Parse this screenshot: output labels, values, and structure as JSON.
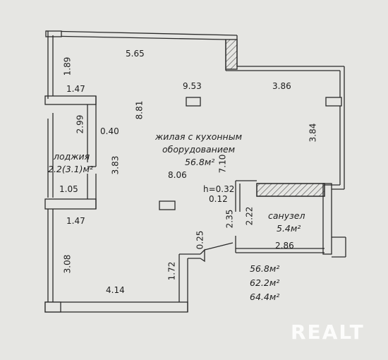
{
  "plan": {
    "dimensions": {
      "top_wall": "5.65",
      "left_upper": "1.89",
      "loggia_top": "1.47",
      "loggia_inner_v": "2.99",
      "loggia_step": "0.40",
      "loggia_height": "3.83",
      "loggia_mid": "1.05",
      "loggia_bottom": "1.47",
      "left_lower": "3.08",
      "bottom_wall": "4.14",
      "bottom_step": "1.72",
      "center_width": "9.53",
      "right_top": "3.86",
      "room_height": "8.81",
      "room_width": "8.06",
      "right_side": "3.84",
      "mid_height": "7.10",
      "niche_h": "h=0.32",
      "niche_w": "0.12",
      "bath_left": "2.35",
      "bath_left_inner": "2.22",
      "bath_width": "2.86",
      "door_step": "0.25"
    },
    "rooms": {
      "living_name_line1": "жилая с кухонным",
      "living_name_line2": "оборудованием",
      "living_area": "56.8м²",
      "loggia_name": "лоджия",
      "loggia_area": "2.2(3.1)м²",
      "bath_name": "санузел",
      "bath_area": "5.4м²"
    },
    "totals": [
      "56.8м²",
      "62.2м²",
      "64.4м²"
    ]
  },
  "watermark": "REALT",
  "colors": {
    "wall_line": "#2a2a2a",
    "background": "#e6e6e3",
    "hatch": "#444444"
  }
}
